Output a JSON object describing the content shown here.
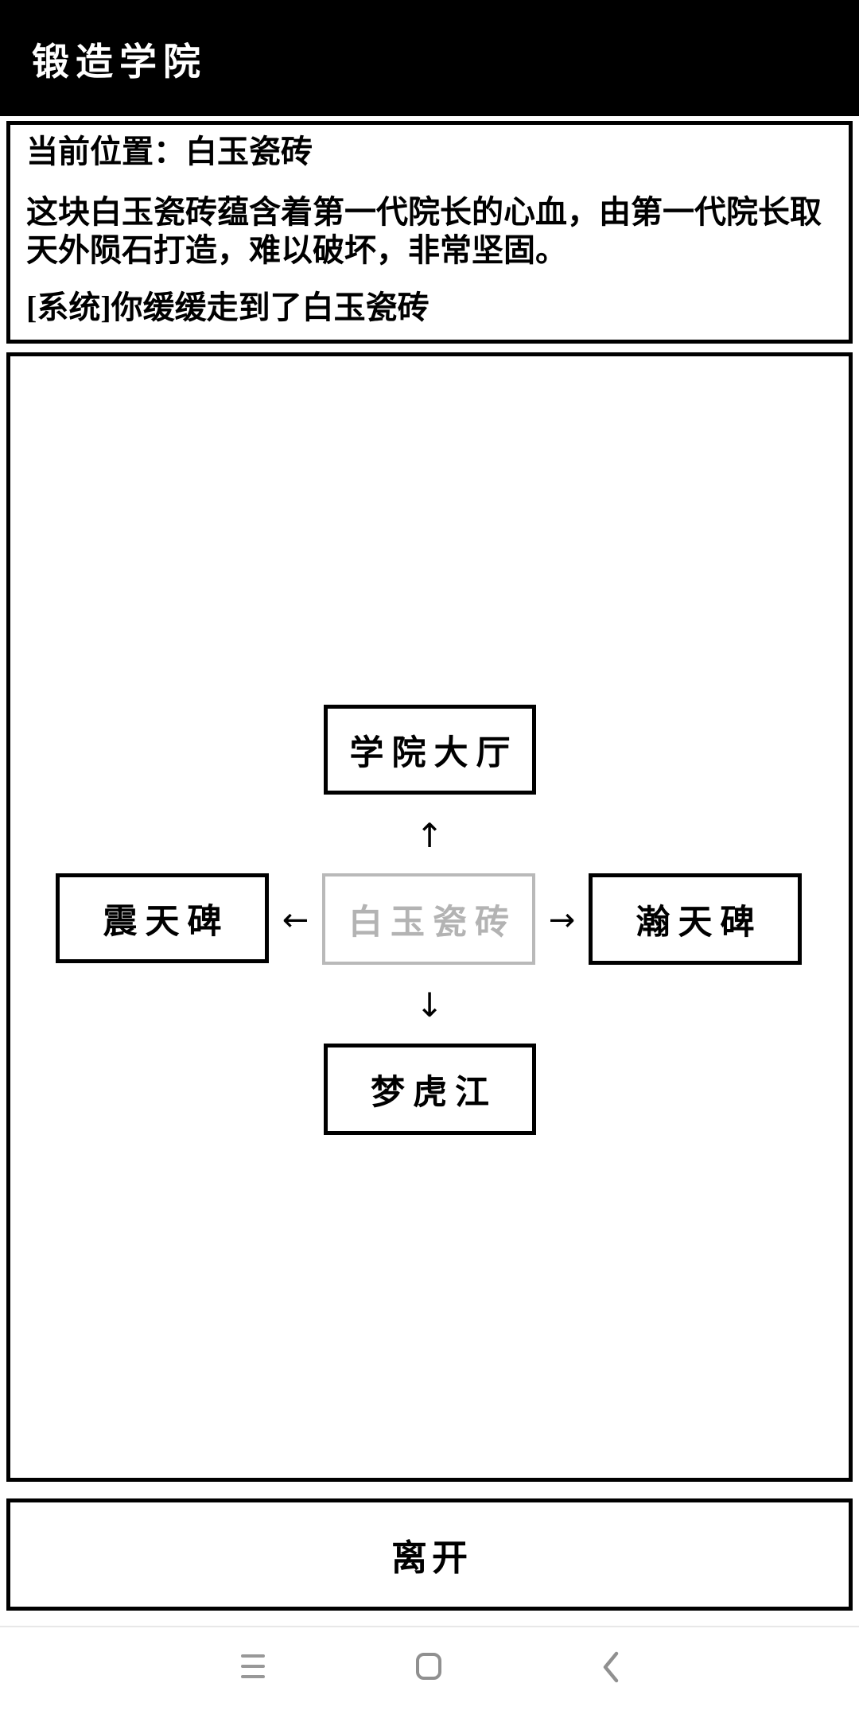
{
  "header": {
    "title": "锻造学院"
  },
  "info_panel": {
    "location_line": "当前位置：白玉瓷砖",
    "description": "这块白玉瓷砖蕴含着第一代院长的心血，由第一代院长取天外陨石打造，难以破坏，非常坚固。",
    "system_message": "[系统]你缓缓走到了白玉瓷砖"
  },
  "map": {
    "north_room": "学院大厅",
    "west_room": "震天碑",
    "current_room": "白玉瓷砖",
    "east_room": "瀚天碑",
    "south_room": "梦虎江",
    "arrows": {
      "up": "↑",
      "down": "↓",
      "left": "←",
      "right": "→"
    }
  },
  "footer": {
    "leave_label": "离开"
  },
  "nav_bar": {
    "icons": [
      "recents-menu-icon",
      "home-icon",
      "back-icon"
    ]
  },
  "colors": {
    "header_bg": "#000000",
    "panel_border": "#000000",
    "current_room_border": "#b9b9b9",
    "current_room_text": "#b3b3b3",
    "nav_icon_gray": "#909090",
    "divider_gray": "#e8e8e8"
  }
}
